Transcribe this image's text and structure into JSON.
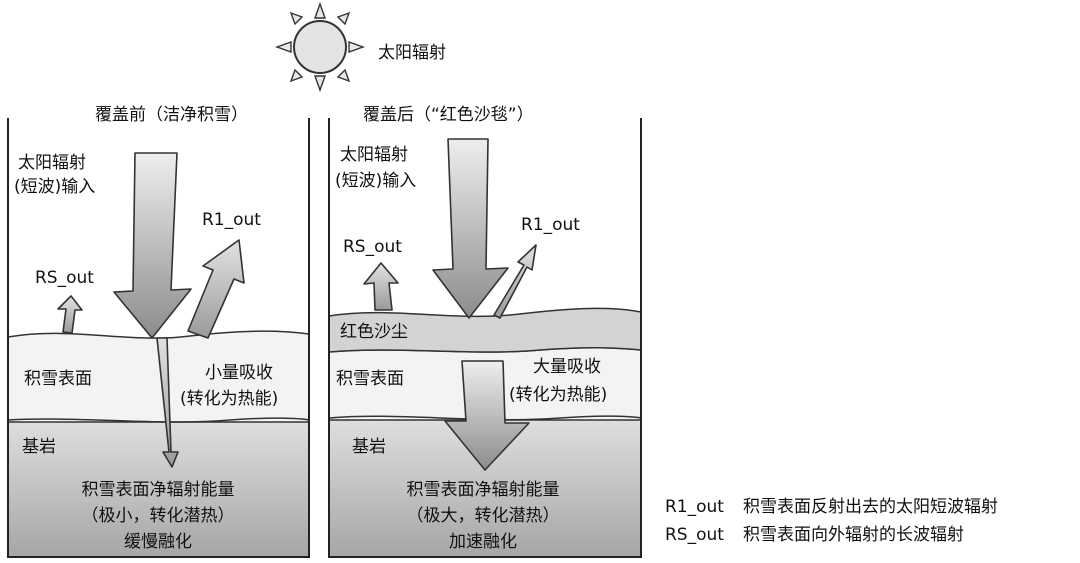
{
  "sun": {
    "label": "太阳辐射"
  },
  "left": {
    "header": "覆盖前（洁净积雪）",
    "incoming_line1": "太阳辐射",
    "incoming_line2": "(短波)输入",
    "r1_out": "R1_out",
    "rs_out": "RS_out",
    "snow_surface": "积雪表面",
    "absorb_line1": "小量吸收",
    "absorb_line2": "(转化为热能)",
    "bedrock": "基岩",
    "net_line1": "积雪表面净辐射能量",
    "net_line2": "（极小，转化潜热）",
    "net_line3": "缓慢融化"
  },
  "right": {
    "header": "覆盖后（“红色沙毯”）",
    "incoming_line1": "太阳辐射",
    "incoming_line2": "(短波)输入",
    "r1_out": "R1_out",
    "rs_out": "RS_out",
    "dust_layer": "红色沙尘",
    "snow_surface": "积雪表面",
    "absorb_line1": "大量吸收",
    "absorb_line2": "(转化为热能)",
    "bedrock": "基岩",
    "net_line1": "积雪表面净辐射能量",
    "net_line2": "（极大，转化潜热）",
    "net_line3": "加速融化"
  },
  "legend": {
    "r1_key": "R1_out",
    "r1_desc": "积雪表面反射出去的太阳短波辐射",
    "rs_key": "RS_out",
    "rs_desc": "积雪表面向外辐射的长波辐射"
  },
  "colors": {
    "dust": "#d4d4d4",
    "snow": "#f2f2f2",
    "bedrock_top": "#dcdcdc",
    "bedrock_bottom": "#a8a8a8",
    "arrow_light": "#e6e6e6",
    "arrow_dark": "#8a8a8a"
  }
}
